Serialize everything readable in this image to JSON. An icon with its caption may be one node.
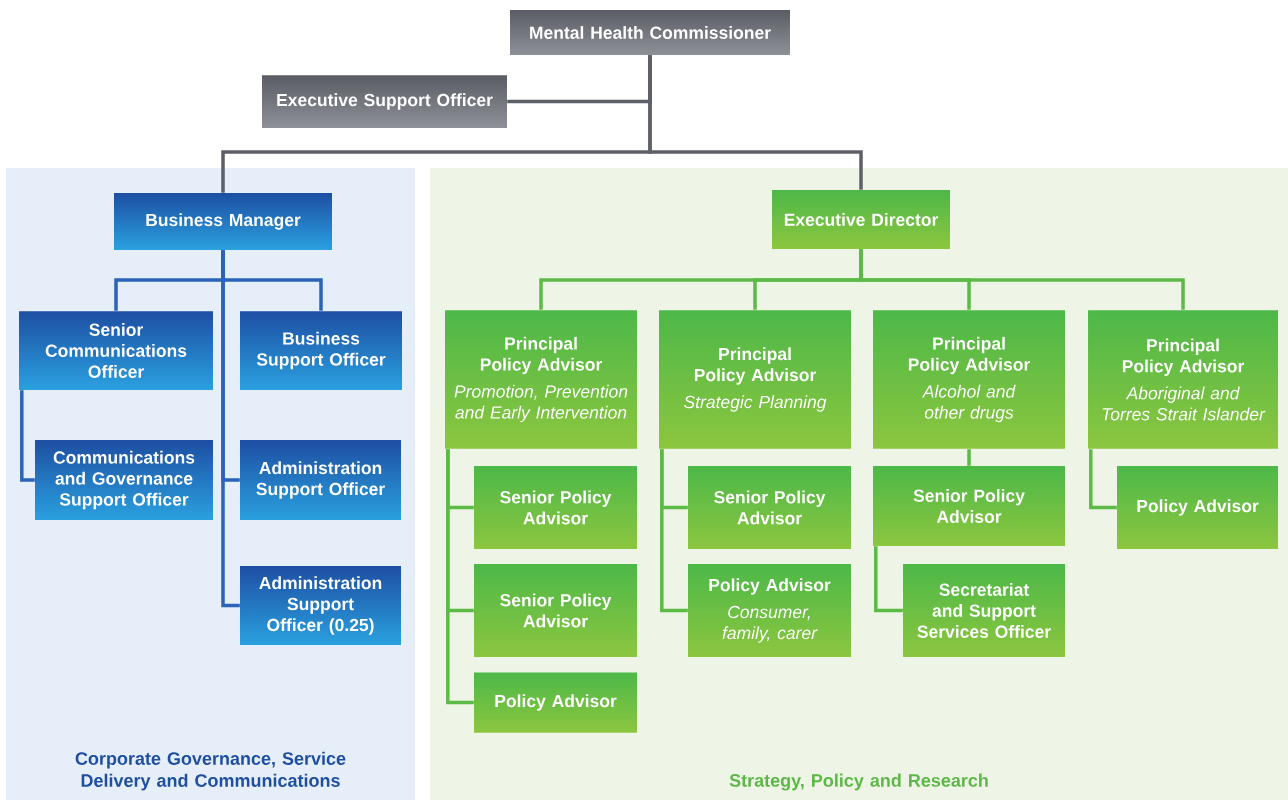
{
  "diagram": {
    "nodes": [
      {
        "text": [
          "Mental Health Commissioner"
        ]
      },
      {
        "text": [
          "Executive Support Officer"
        ]
      },
      {
        "text": [
          "Corporate Governance, Service Delivery and Communications"
        ]
      },
      {
        "text": [
          "Strategy, Policy and Research"
        ]
      },
      {
        "text": [
          "Business Manager"
        ],
        "in": 2
      },
      {
        "text": [
          "Senior Communications Officer"
        ],
        "in": 2
      },
      {
        "text": [
          "Business Support Officer"
        ],
        "in": 2
      },
      {
        "text": [
          "Communications and Governance Support Officer"
        ],
        "in": 2
      },
      {
        "text": [
          "Administration Support Officer"
        ],
        "in": 2
      },
      {
        "text": [
          "Administration Support Officer (0.25)"
        ],
        "in": 2
      },
      {
        "text": [
          "Executive Director"
        ],
        "in": 3
      },
      {
        "text": [
          "Principal Policy Advisor",
          "Promotion, Prevention and Early Intervention"
        ],
        "in": 3
      },
      {
        "text": [
          "Principal Policy Advisor",
          "Strategic Planning"
        ],
        "in": 3
      },
      {
        "text": [
          "Principal Policy Advisor",
          "Alcohol and other drugs"
        ],
        "in": 3
      },
      {
        "text": [
          "Principal Policy Advisor",
          "Aboriginal and Torres Strait Islander"
        ],
        "in": 3
      },
      {
        "text": [
          "Senior Policy Advisor"
        ],
        "in": 3
      },
      {
        "text": [
          "Senior Policy Advisor"
        ],
        "in": 3
      },
      {
        "text": [
          "Policy Advisor"
        ],
        "in": 3
      },
      {
        "text": [
          "Senior Policy Advisor"
        ],
        "in": 3
      },
      {
        "text": [
          "Policy Advisor",
          "Consumer, family, carer"
        ],
        "in": 3
      },
      {
        "text": [
          "Senior Policy Advisor"
        ],
        "in": 3
      },
      {
        "text": [
          "Secretariat and Support Services Officer"
        ],
        "in": 3
      },
      {
        "text": [
          "Policy Advisor"
        ],
        "in": 3
      }
    ],
    "edges": [
      {
        "from": 0,
        "to": 1,
        "arrow": "none",
        "color": "#5e6068"
      },
      {
        "from": 0,
        "to": 4,
        "arrow": "none",
        "color": "#5e6068"
      },
      {
        "from": 0,
        "to": 10,
        "arrow": "none",
        "color": "#5e6068"
      },
      {
        "from": 4,
        "to": 5,
        "arrow": "none",
        "color": "#2a63b8"
      },
      {
        "from": 4,
        "to": 6,
        "arrow": "none",
        "color": "#2a63b8"
      },
      {
        "from": 4,
        "to": 8,
        "arrow": "none",
        "color": "#2a63b8"
      },
      {
        "from": 4,
        "to": 9,
        "arrow": "none",
        "color": "#2a63b8"
      },
      {
        "from": 5,
        "to": 7,
        "arrow": "none",
        "color": "#2a63b8"
      },
      {
        "from": 10,
        "to": 11,
        "arrow": "none"
      },
      {
        "from": 10,
        "to": 12,
        "arrow": "none"
      },
      {
        "from": 10,
        "to": 13,
        "arrow": "none"
      },
      {
        "from": 10,
        "to": 14,
        "arrow": "none"
      },
      {
        "from": 11,
        "to": 15,
        "arrow": "none"
      },
      {
        "from": 11,
        "to": 16,
        "arrow": "none"
      },
      {
        "from": 11,
        "to": 17,
        "arrow": "none"
      },
      {
        "from": 12,
        "to": 18,
        "arrow": "none"
      },
      {
        "from": 12,
        "to": 19,
        "arrow": "none"
      },
      {
        "from": 13,
        "to": 20,
        "arrow": "none"
      },
      {
        "from": 20,
        "to": 21,
        "arrow": "none"
      },
      {
        "from": 14,
        "to": 22,
        "arrow": "none"
      }
    ]
  }
}
